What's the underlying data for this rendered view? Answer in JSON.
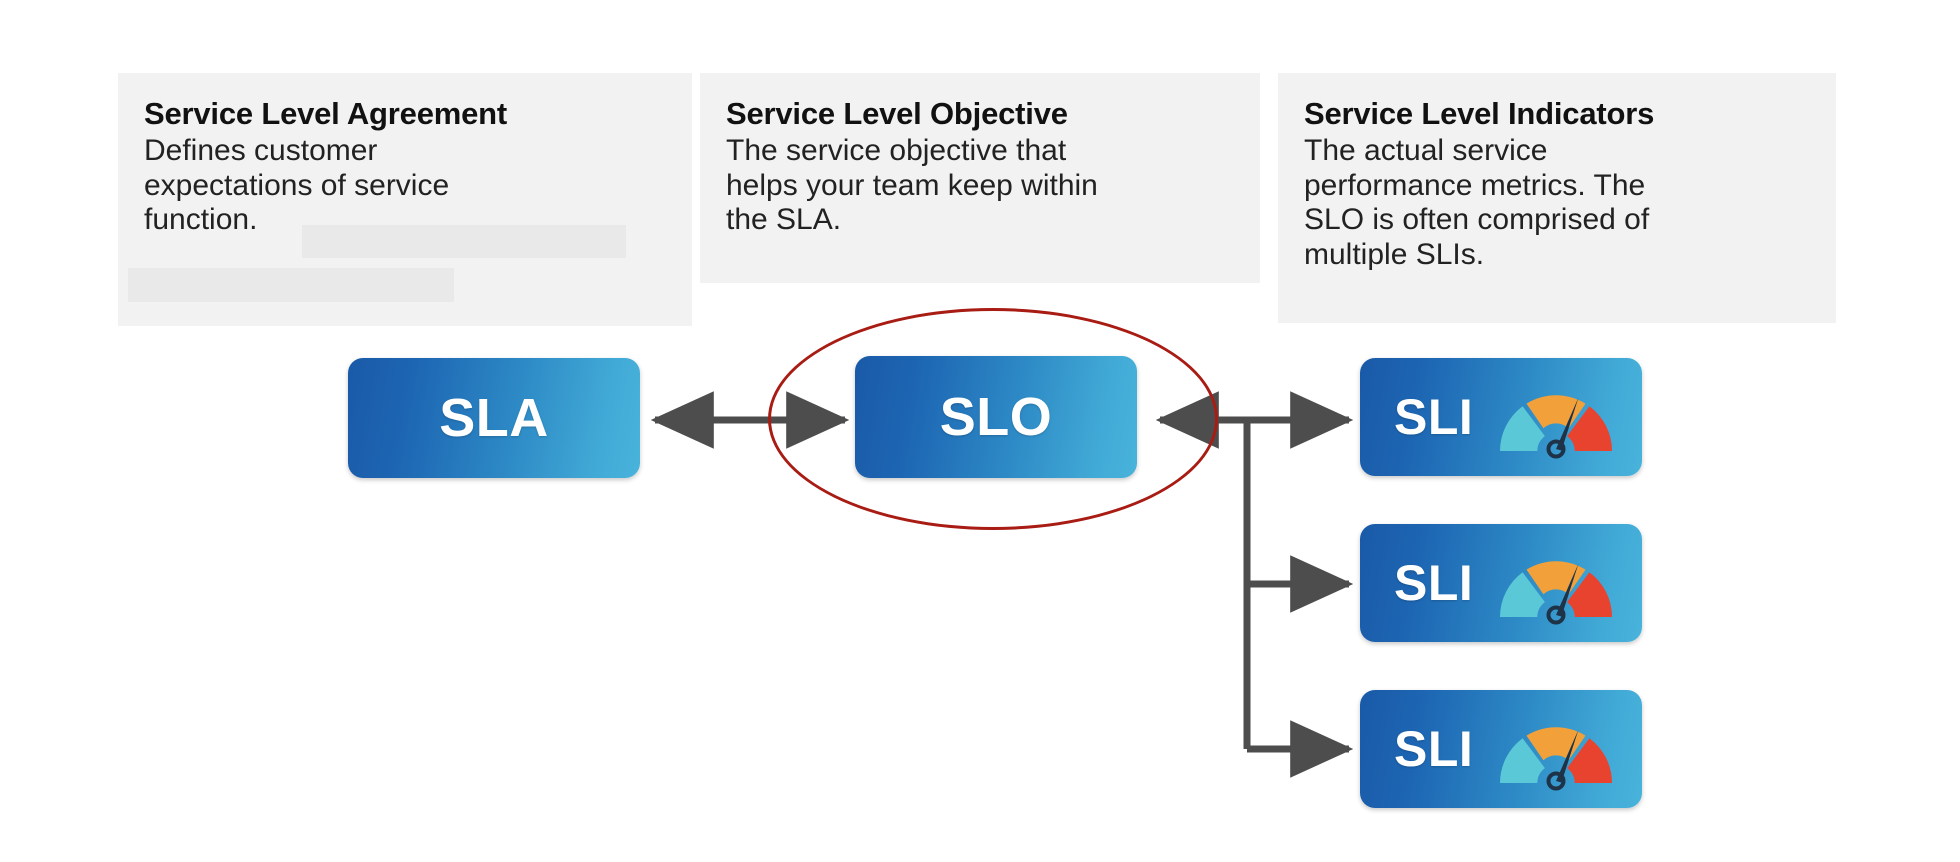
{
  "page": {
    "background": "#ffffff",
    "title": "SLA / SLO / SLI relationship diagram"
  },
  "colors": {
    "card_background": "#f2f2f2",
    "placeholder_block": "#e9e9e9",
    "node_gradient_start": "#1a5aa8",
    "node_gradient_end": "#48b3db",
    "node_text": "#ffffff",
    "connector": "#4d4d4d",
    "highlight_ellipse": "#a81c14",
    "gauge_low": "#5bc8d8",
    "gauge_mid": "#f2a13a",
    "gauge_high": "#e8432f",
    "gauge_needle": "#1f3348"
  },
  "cards": [
    {
      "id": "sla-card",
      "title": "Service Level Agreement",
      "body": "Defines customer\nexpectations of service\nfunction.",
      "has_placeholder_blocks": true
    },
    {
      "id": "slo-card",
      "title": "Service Level Objective",
      "body": "The service objective that\nhelps your team keep within\nthe SLA.",
      "has_placeholder_blocks": false
    },
    {
      "id": "sli-card",
      "title": "Service Level Indicators",
      "body": "The actual service\nperformance metrics. The\nSLO is often comprised of\nmultiple SLIs.",
      "has_placeholder_blocks": false
    }
  ],
  "nodes": {
    "sla": {
      "label": "SLA"
    },
    "slo": {
      "label": "SLO",
      "highlighted": true,
      "highlight_shape": "ellipse"
    },
    "sli": [
      {
        "label": "SLI",
        "icon": "gauge-icon"
      },
      {
        "label": "SLI",
        "icon": "gauge-icon"
      },
      {
        "label": "SLI",
        "icon": "gauge-icon"
      }
    ]
  },
  "connectors": [
    {
      "id": "sla-slo",
      "from": "sla",
      "to": "slo",
      "style": "double-headed-arrow"
    },
    {
      "id": "sli-trunk-to-slo",
      "from": "sli-group",
      "to": "slo",
      "style": "arrow"
    },
    {
      "id": "trunk-to-sli-1",
      "from": "trunk",
      "to": "sli-1",
      "style": "arrow"
    },
    {
      "id": "trunk-to-sli-2",
      "from": "trunk",
      "to": "sli-2",
      "style": "arrow"
    },
    {
      "id": "trunk-to-sli-3",
      "from": "trunk",
      "to": "sli-3",
      "style": "arrow"
    }
  ]
}
